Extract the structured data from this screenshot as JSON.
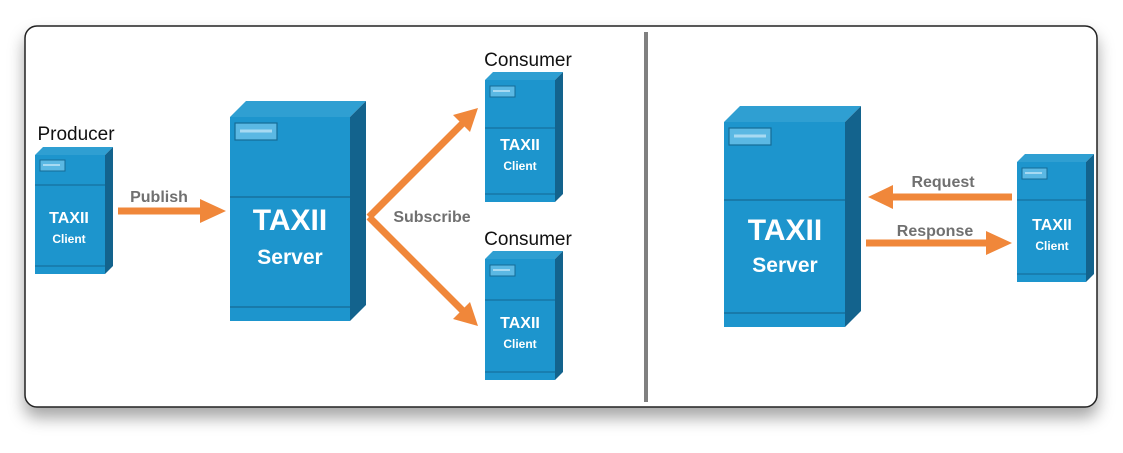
{
  "colors": {
    "server_front": "#1d95cd",
    "server_side": "#13638d",
    "server_top": "#2f9fd2",
    "arrow": "#f0873a",
    "arrow_label": "#707070",
    "divider": "#808080",
    "frame_border": "#222222",
    "text_dark": "#111111",
    "text_light": "#ffffff"
  },
  "left_panel": {
    "producer": {
      "role": "Producer",
      "name": "TAXII",
      "sub": "Client"
    },
    "server": {
      "name": "TAXII",
      "sub": "Server"
    },
    "consumer_top": {
      "role": "Consumer",
      "name": "TAXII",
      "sub": "Client"
    },
    "consumer_bottom": {
      "role": "Consumer",
      "name": "TAXII",
      "sub": "Client"
    },
    "publish_label": "Publish",
    "subscribe_label": "Subscribe"
  },
  "right_panel": {
    "server": {
      "name": "TAXII",
      "sub": "Server"
    },
    "client": {
      "name": "TAXII",
      "sub": "Client"
    },
    "request_label": "Request",
    "response_label": "Response"
  }
}
